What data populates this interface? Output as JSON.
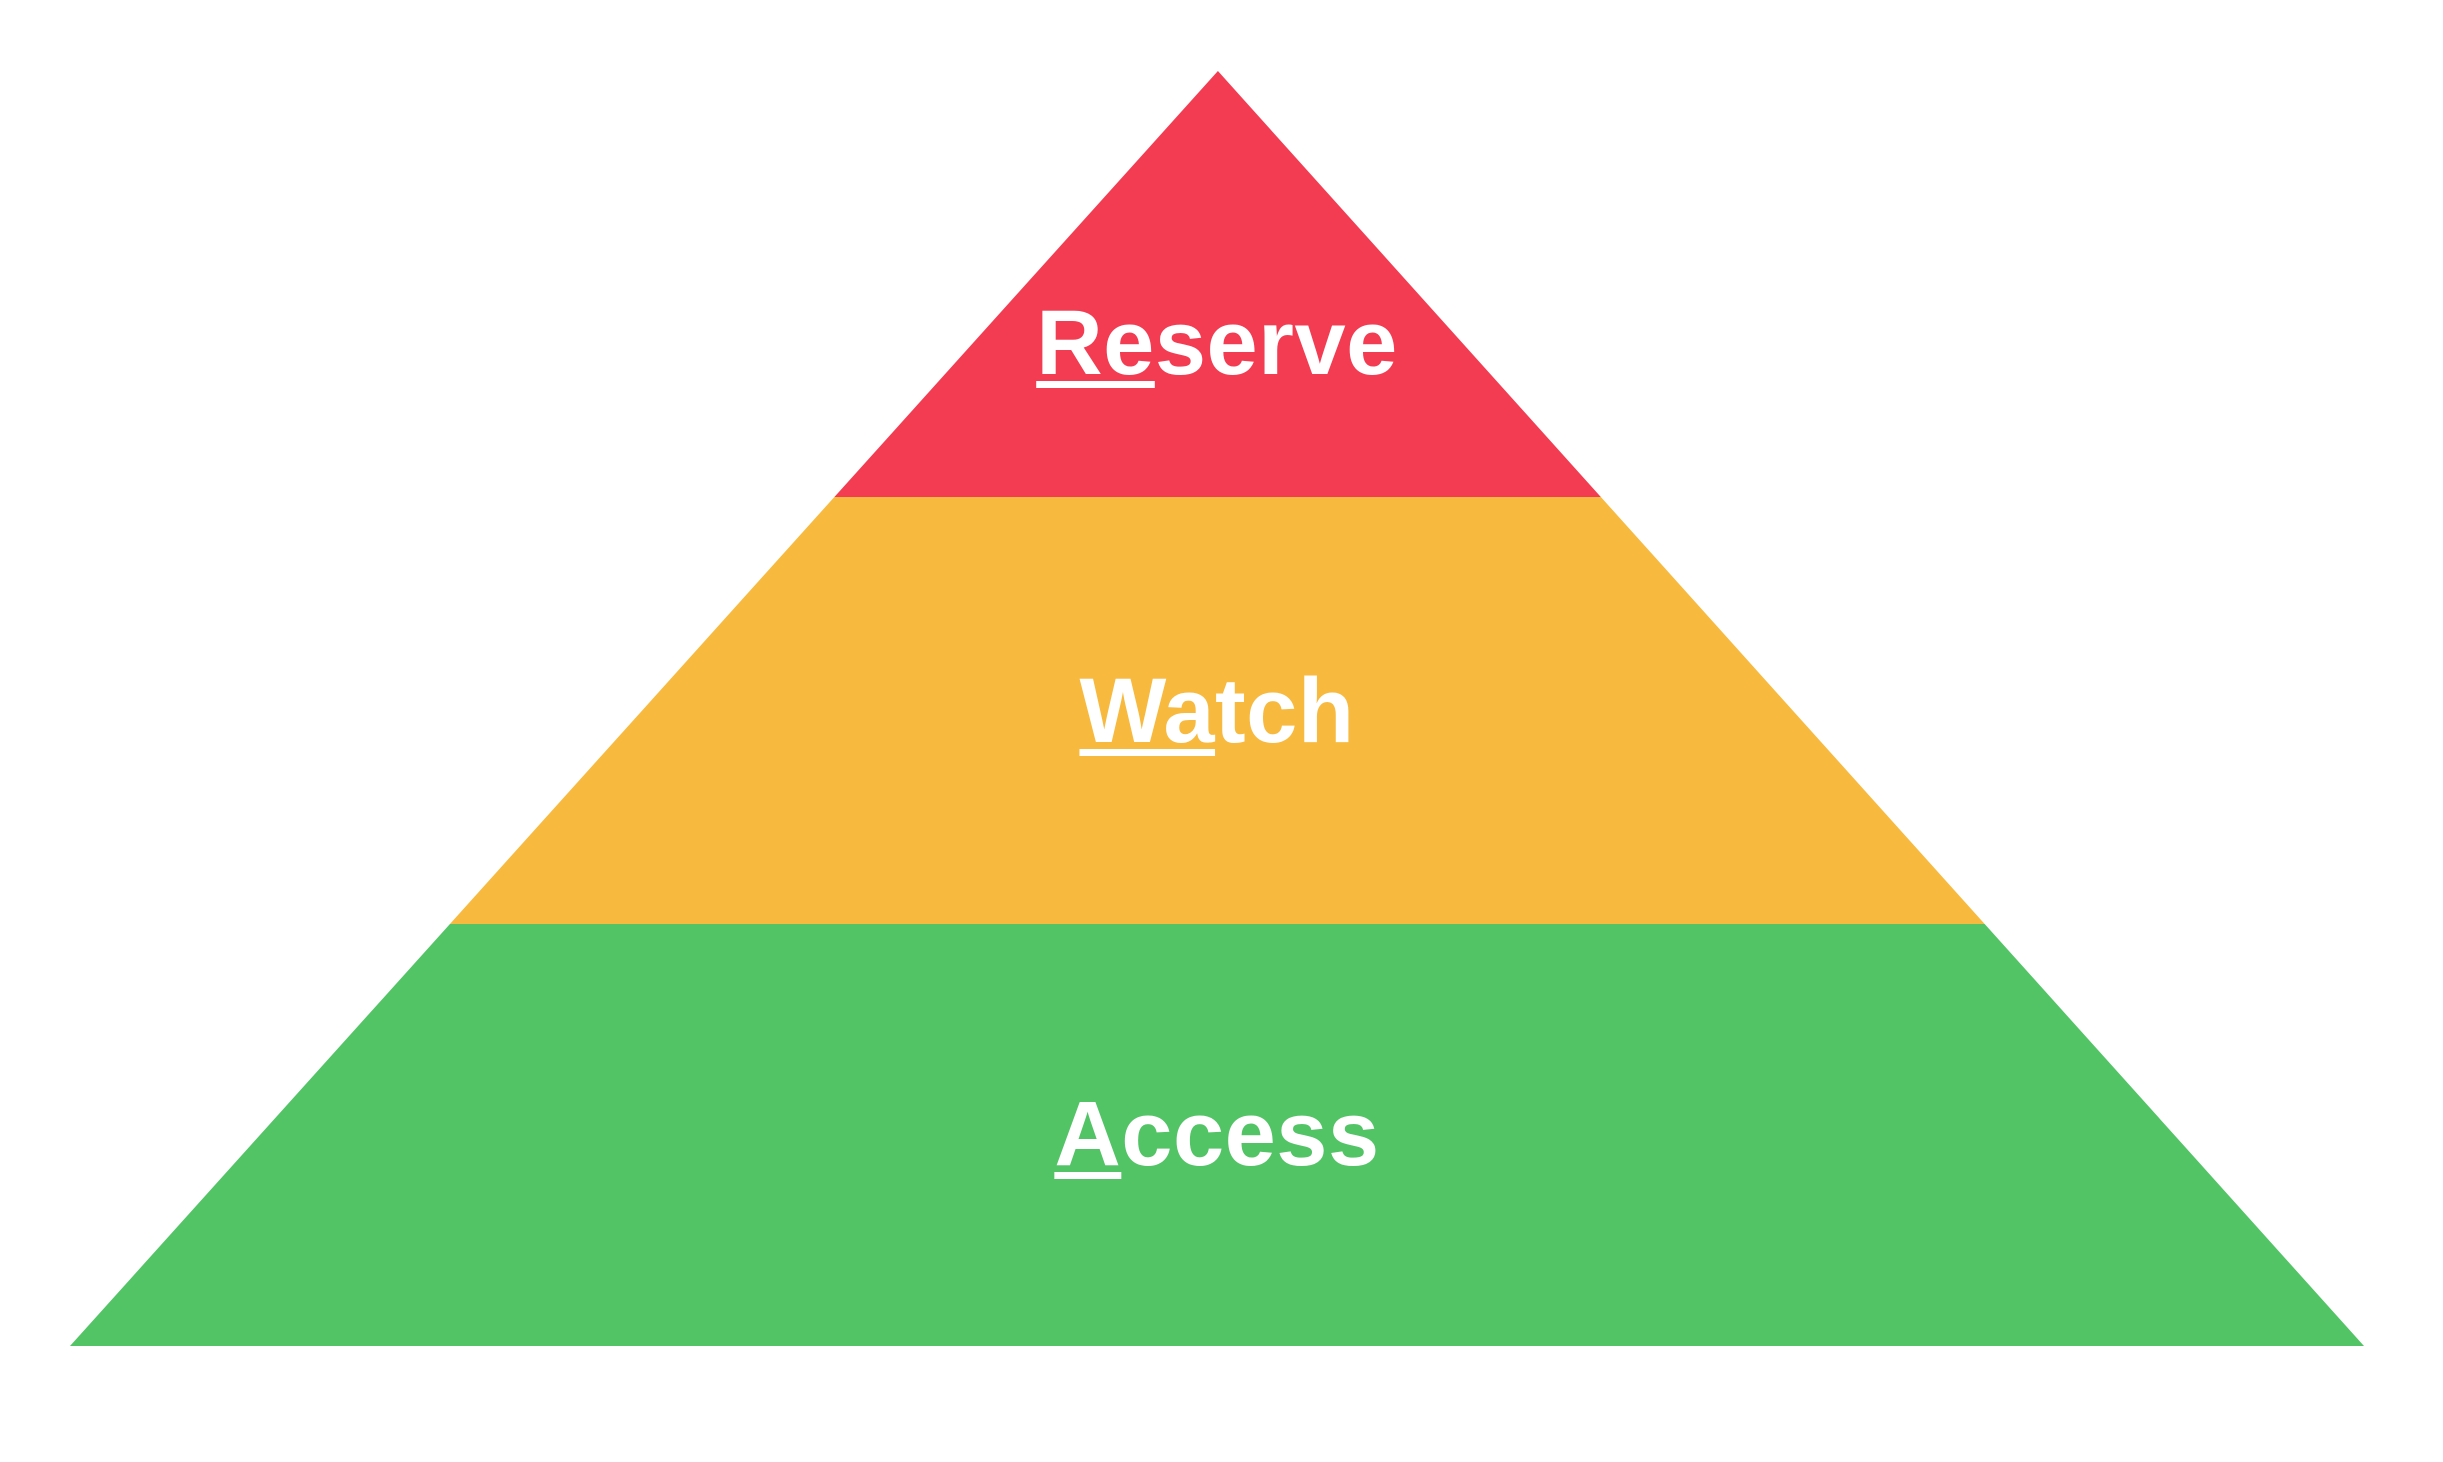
{
  "background": "#FFFFFF",
  "pyramid": {
    "text_color": "#FFFFFF",
    "tiers": [
      {
        "label": "Reserve",
        "label_underlined": "Re",
        "label_rest": "serve",
        "color": "#F33B52"
      },
      {
        "label": "Watch",
        "label_underlined": "Wa",
        "label_rest": "tch",
        "color": "#F7B93E"
      },
      {
        "label": "Access",
        "label_underlined": "A",
        "label_rest": "ccess",
        "color": "#52C466"
      }
    ]
  }
}
